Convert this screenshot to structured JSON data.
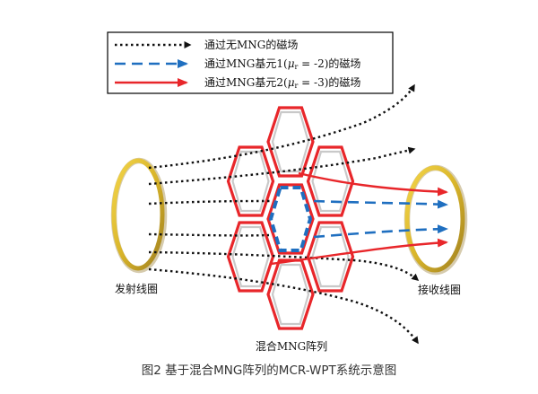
{
  "legend": {
    "item1": "通过无MNG的磁场",
    "item2_pre": "通过MNG基元1(",
    "item2_mu": "μ",
    "item2_sub": "r",
    "item2_post": " = -2)的磁场",
    "item3_pre": "通过MNG基元2(",
    "item3_mu": "μ",
    "item3_sub": "r",
    "item3_post": " = -3)的磁场"
  },
  "labels": {
    "transmit_coil": "发射线圈",
    "receive_coil": "接收线圈",
    "array": "混合MNG阵列"
  },
  "caption": "图2  基于混合MNG阵列的MCR-WPT系统示意图",
  "colors": {
    "black_line": "#111111",
    "blue_line": "#1f6fc0",
    "red_line": "#e8262a",
    "coil_gold": "#d9b52a"
  }
}
